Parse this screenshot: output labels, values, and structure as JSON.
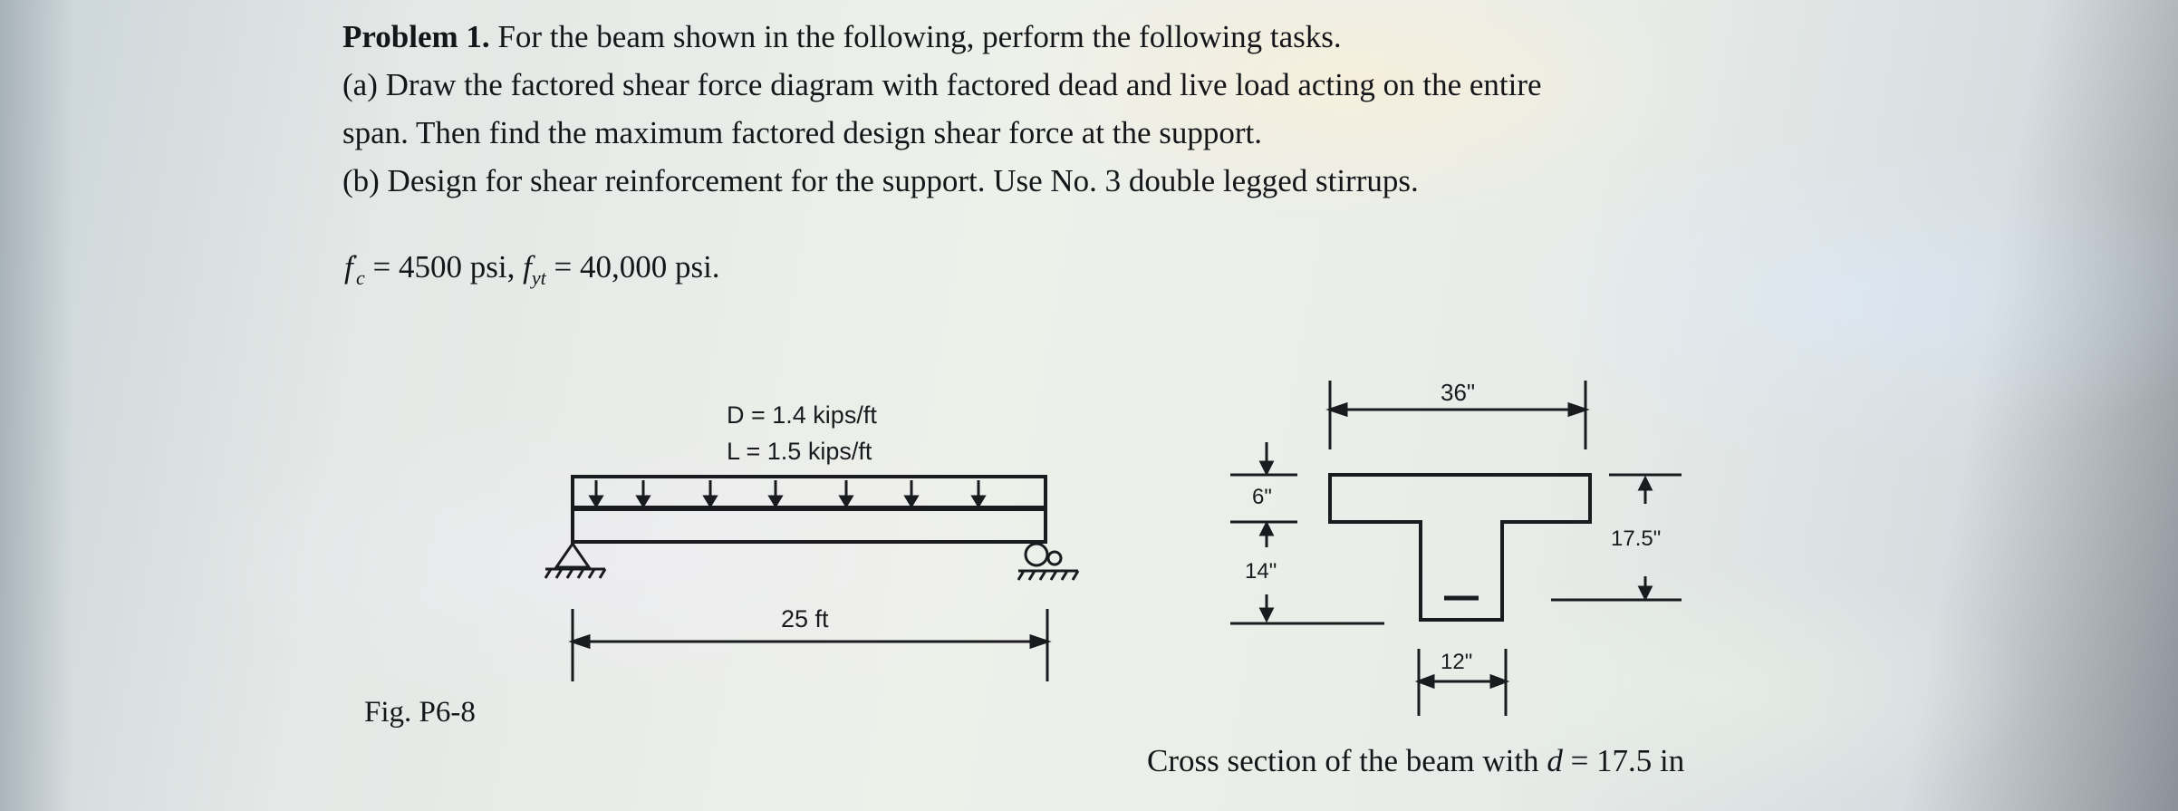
{
  "problem": {
    "heading": "Problem 1.",
    "intro": " For the beam shown in the following, perform the following tasks.",
    "part_a_line1": "(a) Draw the factored shear force diagram with factored dead and live load acting on the entire",
    "part_a_line2": "span. Then find the maximum factored design shear force at the support.",
    "part_b": "(b) Design for shear reinforcement for the support. Use No. 3 double legged stirrups."
  },
  "materials": {
    "fc_symbol": "f",
    "fc_prime": "'",
    "fc_sub": "c",
    "fc_value": " = 4500 psi, ",
    "fyt_symbol": "f",
    "fyt_sub": "yt",
    "fyt_value": " = 40,000 psi."
  },
  "beam": {
    "dead_load": "D = 1.4 kips/ft",
    "live_load": "L = 1.5 kips/ft",
    "span": "25 ft"
  },
  "section": {
    "flange_width": "36\"",
    "flange_thickness": "6\"",
    "web_height": "14\"",
    "effective_depth": "17.5\"",
    "web_width": "12\""
  },
  "figure_label": "Fig. P6-8",
  "caption": {
    "prefix": "Cross section of the beam with ",
    "var": "d",
    "suffix": " = 17.5 in"
  }
}
